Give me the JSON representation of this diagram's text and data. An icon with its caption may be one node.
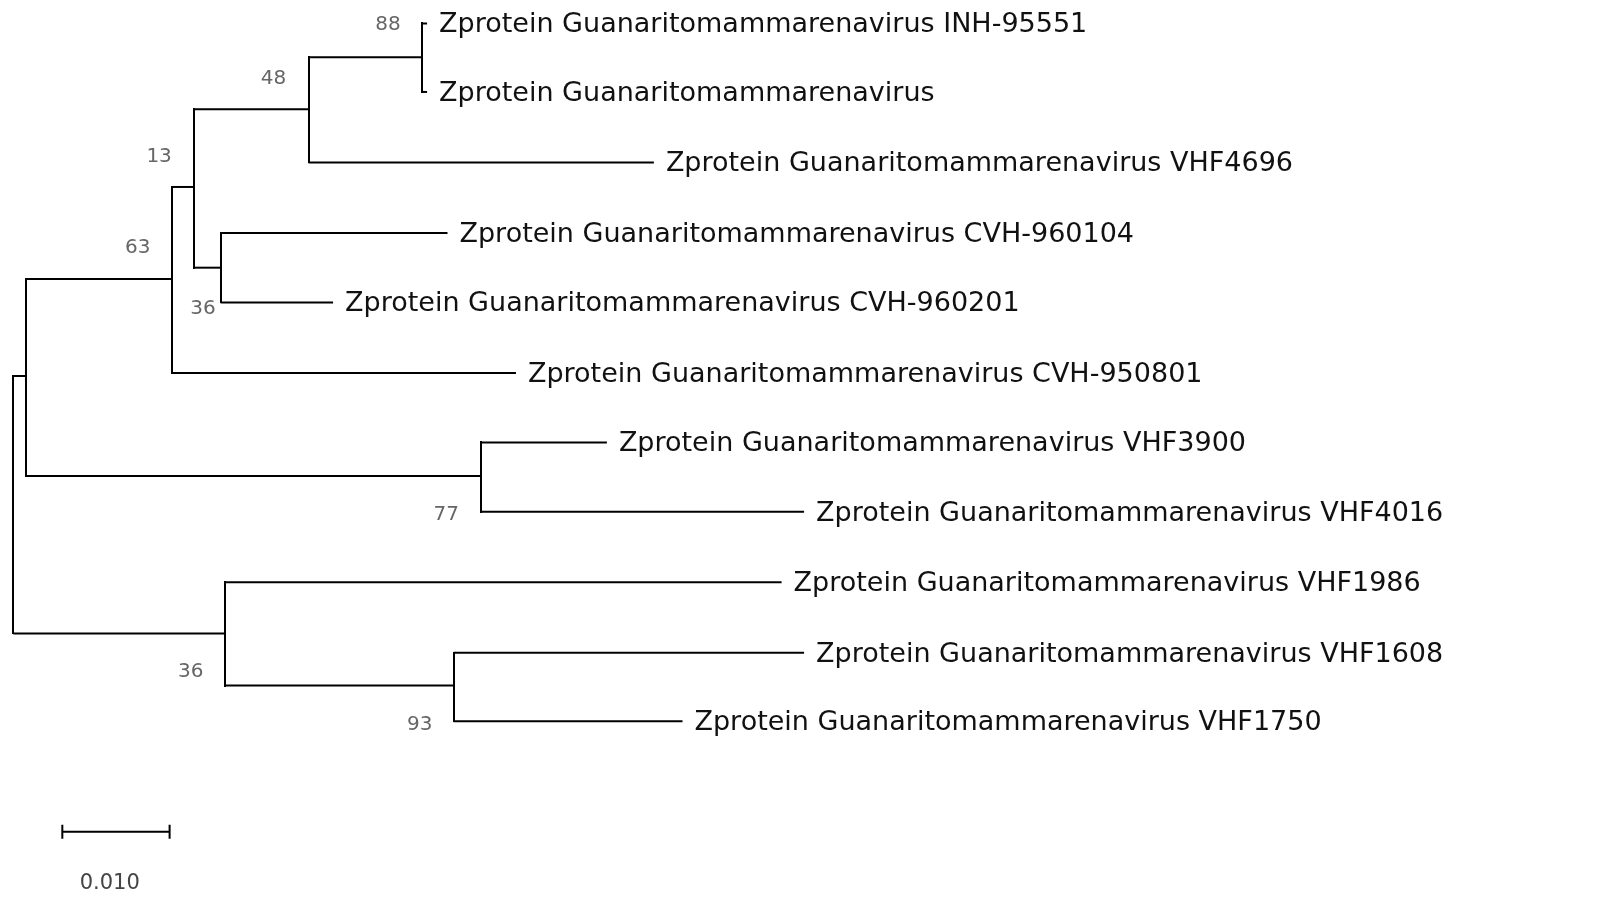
{
  "diagram": {
    "nodes": [
      {
        "text": [],
        "shape": "bar"
      },
      {
        "text": [],
        "shape": "bar"
      },
      {
        "text": [],
        "shape": "bar",
        "beside": [
          "63"
        ]
      },
      {
        "text": [],
        "shape": "bar",
        "beside": [
          "13"
        ]
      },
      {
        "text": [],
        "shape": "bar",
        "beside": [
          "48"
        ]
      },
      {
        "text": [],
        "shape": "bar",
        "beside": [
          "88"
        ]
      },
      {
        "text": [
          "Zprotein Guanaritomammarenavirus INH-95551"
        ]
      },
      {
        "text": [
          "Zprotein Guanaritomammarenavirus"
        ]
      },
      {
        "text": [
          "Zprotein Guanaritomammarenavirus VHF4696"
        ]
      },
      {
        "text": [],
        "shape": "bar",
        "beside": [
          "36"
        ]
      },
      {
        "text": [
          "Zprotein Guanaritomammarenavirus CVH-960104"
        ]
      },
      {
        "text": [
          "Zprotein Guanaritomammarenavirus CVH-960201"
        ]
      },
      {
        "text": [
          "Zprotein Guanaritomammarenavirus CVH-950801"
        ]
      },
      {
        "text": [],
        "shape": "bar",
        "beside": [
          "77"
        ]
      },
      {
        "text": [
          "Zprotein Guanaritomammarenavirus VHF3900"
        ]
      },
      {
        "text": [
          "Zprotein Guanaritomammarenavirus VHF4016"
        ]
      },
      {
        "text": [],
        "shape": "bar",
        "beside": [
          "36"
        ]
      },
      {
        "text": [
          "Zprotein Guanaritomammarenavirus VHF1986"
        ]
      },
      {
        "text": [],
        "shape": "bar",
        "beside": [
          "93"
        ]
      },
      {
        "text": [
          "Zprotein Guanaritomammarenavirus VHF1608"
        ]
      },
      {
        "text": [
          "Zprotein Guanaritomammarenavirus VHF1750"
        ]
      }
    ],
    "edges": [
      {
        "from": 0,
        "to": 1,
        "arrow": "none"
      },
      {
        "from": 1,
        "to": 2,
        "arrow": "none"
      },
      {
        "from": 2,
        "to": 3,
        "arrow": "none"
      },
      {
        "from": 3,
        "to": 4,
        "arrow": "none"
      },
      {
        "from": 4,
        "to": 5,
        "arrow": "none"
      },
      {
        "from": 5,
        "to": 6,
        "arrow": "none"
      },
      {
        "from": 5,
        "to": 7,
        "arrow": "none"
      },
      {
        "from": 4,
        "to": 8,
        "arrow": "none"
      },
      {
        "from": 3,
        "to": 9,
        "arrow": "none"
      },
      {
        "from": 9,
        "to": 10,
        "arrow": "none"
      },
      {
        "from": 9,
        "to": 11,
        "arrow": "none"
      },
      {
        "from": 2,
        "to": 12,
        "arrow": "none"
      },
      {
        "from": 1,
        "to": 13,
        "arrow": "none"
      },
      {
        "from": 13,
        "to": 14,
        "arrow": "none"
      },
      {
        "from": 13,
        "to": 15,
        "arrow": "none"
      },
      {
        "from": 0,
        "to": 16,
        "arrow": "none"
      },
      {
        "from": 16,
        "to": 17,
        "arrow": "none"
      },
      {
        "from": 16,
        "to": 18,
        "arrow": "none"
      },
      {
        "from": 18,
        "to": 19,
        "arrow": "none"
      },
      {
        "from": 18,
        "to": 20,
        "arrow": "none"
      }
    ],
    "labels": [
      "0.010"
    ]
  }
}
